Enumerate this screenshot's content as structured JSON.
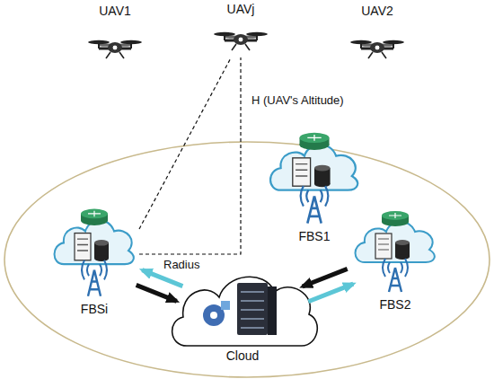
{
  "diagram": {
    "nodes": [
      {
        "text": [
          "UAV1"
        ]
      },
      {
        "text": [
          "UAVj"
        ]
      },
      {
        "text": [
          "UAV2"
        ]
      },
      {
        "text": [
          "FBS1"
        ]
      },
      {
        "text": [
          "FBSi"
        ]
      },
      {
        "text": [
          "FBS2"
        ]
      },
      {
        "text": [
          "Cloud"
        ]
      }
    ],
    "edges": [
      {
        "from": 4,
        "to": 1,
        "arrow": "none"
      },
      {
        "from": 4,
        "to": 1,
        "arrow": "none"
      },
      {
        "from": 4,
        "to": 6,
        "arrow": "to"
      },
      {
        "from": 6,
        "to": 4,
        "arrow": "to"
      },
      {
        "from": 5,
        "to": 6,
        "arrow": "to"
      },
      {
        "from": 6,
        "to": 5,
        "arrow": "to"
      }
    ],
    "labels": [
      "H (UAV's Altitude)",
      "Radius"
    ]
  }
}
